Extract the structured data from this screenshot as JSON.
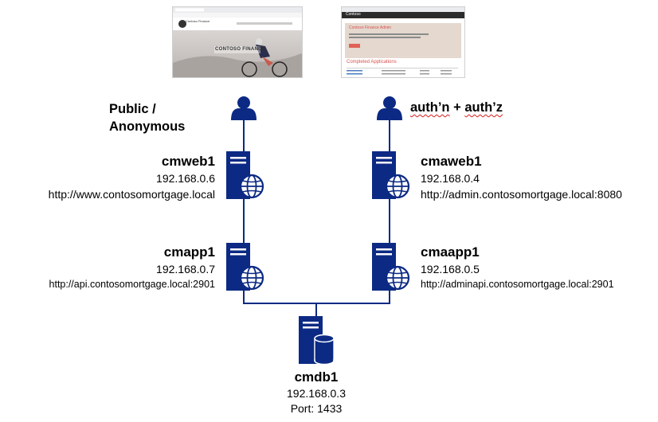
{
  "colors": {
    "accent": "#0c2a84",
    "line": "#0c2a84",
    "squiggle": "#d81b1b"
  },
  "screenshots": {
    "public_site": {
      "brand": "Contoso Finance",
      "hero_text": "CONTOSO FINANCE"
    },
    "admin_site": {
      "brand": "Contoso",
      "panel_title": "Contoso Finance Admin",
      "section_title": "Completed Applications"
    }
  },
  "users": {
    "public": {
      "label_line1": "Public /",
      "label_line2": "Anonymous",
      "icon": "user-icon"
    },
    "auth": {
      "label_part1": "auth’n",
      "label_plus": " + ",
      "label_part2": "auth’z",
      "icon": "user-icon"
    }
  },
  "servers": {
    "cmweb1": {
      "name": "cmweb1",
      "ip": "192.168.0.6",
      "url": "http://www.contosomortgage.local",
      "icon": "web-server-icon"
    },
    "cmaweb1": {
      "name": "cmaweb1",
      "ip": "192.168.0.4",
      "url": "http://admin.contosomortgage.local:8080",
      "icon": "web-server-icon"
    },
    "cmapp1": {
      "name": "cmapp1",
      "ip": "192.168.0.7",
      "url": "http://api.contosomortgage.local:2901",
      "icon": "web-server-icon"
    },
    "cmaapp1": {
      "name": "cmaapp1",
      "ip": "192.168.0.5",
      "url": "http://adminapi.contosomortgage.local:2901",
      "icon": "web-server-icon"
    },
    "cmdb1": {
      "name": "cmdb1",
      "ip": "192.168.0.3",
      "port": "Port: 1433",
      "icon": "database-server-icon"
    }
  }
}
